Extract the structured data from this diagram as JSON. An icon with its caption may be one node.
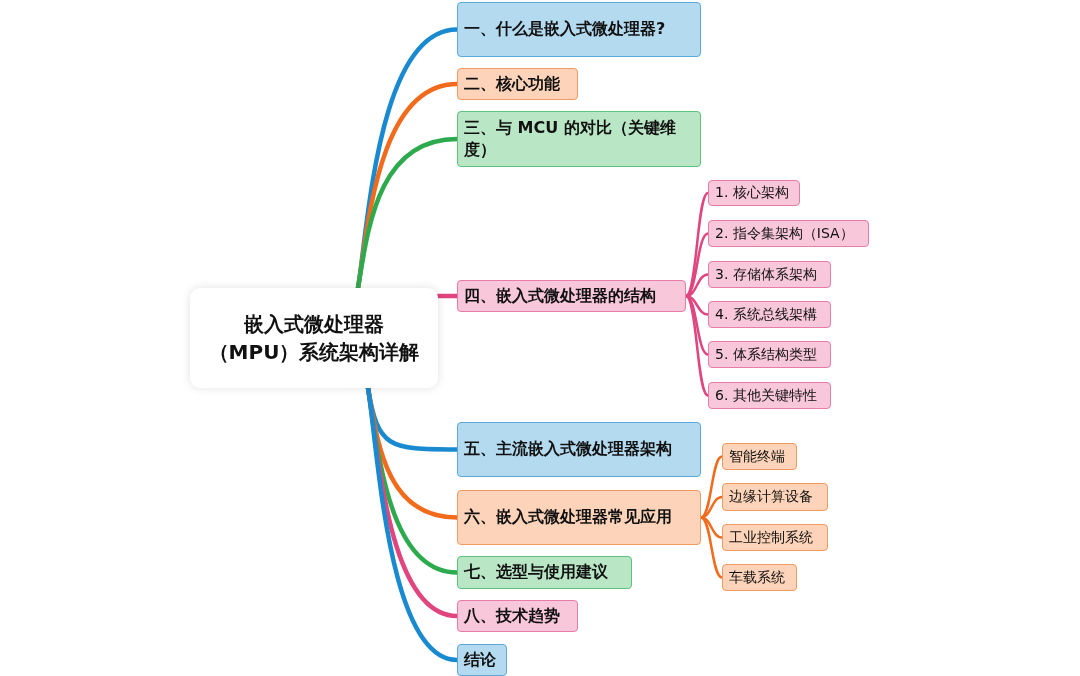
{
  "diagram": {
    "nodes": [
      {
        "text": [
          "嵌入式微处理器（MPU）系统架构详解"
        ]
      },
      {
        "text": [
          "一、什么是嵌入式微处理器?"
        ]
      },
      {
        "text": [
          "二、核心功能"
        ]
      },
      {
        "text": [
          "三、与 MCU 的对比（关键维度）"
        ]
      },
      {
        "text": [
          "四、嵌入式微处理器的结构"
        ]
      },
      {
        "text": [
          "1. 核心架构"
        ]
      },
      {
        "text": [
          "2. 指令集架构（ISA）"
        ]
      },
      {
        "text": [
          "3. 存储体系架构"
        ]
      },
      {
        "text": [
          "4. 系统总线架構"
        ]
      },
      {
        "text": [
          "5. 体系结构类型"
        ]
      },
      {
        "text": [
          "6. 其他关键特性"
        ]
      },
      {
        "text": [
          "五、主流嵌入式微处理器架构"
        ]
      },
      {
        "text": [
          "六、嵌入式微处理器常见应用"
        ]
      },
      {
        "text": [
          "智能终端"
        ]
      },
      {
        "text": [
          "边缘计算设备"
        ]
      },
      {
        "text": [
          "工业控制系统"
        ]
      },
      {
        "text": [
          "车载系统"
        ]
      },
      {
        "text": [
          "七、选型与使用建议"
        ]
      },
      {
        "text": [
          "八、技术趋势"
        ]
      },
      {
        "text": [
          "结论"
        ]
      }
    ],
    "edges": [
      {
        "from": 0,
        "to": 1,
        "arrow": "none",
        "style": "thick",
        "color": "#1a8ad0"
      },
      {
        "from": 0,
        "to": 2,
        "arrow": "none",
        "style": "thick",
        "color": "#f26b1d"
      },
      {
        "from": 0,
        "to": 3,
        "arrow": "none",
        "style": "thick",
        "color": "#2eaa4e"
      },
      {
        "from": 0,
        "to": 4,
        "arrow": "none",
        "style": "thick",
        "color": "#e0457f"
      },
      {
        "from": 4,
        "to": 5,
        "arrow": "none",
        "color": "#e0457f"
      },
      {
        "from": 4,
        "to": 6,
        "arrow": "none",
        "color": "#e0457f"
      },
      {
        "from": 4,
        "to": 7,
        "arrow": "none",
        "color": "#e0457f"
      },
      {
        "from": 4,
        "to": 8,
        "arrow": "none",
        "color": "#e0457f"
      },
      {
        "from": 4,
        "to": 9,
        "arrow": "none",
        "color": "#e0457f"
      },
      {
        "from": 4,
        "to": 10,
        "arrow": "none",
        "color": "#e0457f"
      },
      {
        "from": 0,
        "to": 11,
        "arrow": "none",
        "style": "thick",
        "color": "#1a8ad0"
      },
      {
        "from": 0,
        "to": 12,
        "arrow": "none",
        "style": "thick",
        "color": "#f26b1d"
      },
      {
        "from": 12,
        "to": 13,
        "arrow": "none",
        "color": "#f26b1d"
      },
      {
        "from": 12,
        "to": 14,
        "arrow": "none",
        "color": "#f26b1d"
      },
      {
        "from": 12,
        "to": 15,
        "arrow": "none",
        "color": "#f26b1d"
      },
      {
        "from": 12,
        "to": 16,
        "arrow": "none",
        "color": "#f26b1d"
      },
      {
        "from": 0,
        "to": 17,
        "arrow": "none",
        "style": "thick",
        "color": "#2eaa4e"
      },
      {
        "from": 0,
        "to": 18,
        "arrow": "none",
        "style": "thick",
        "color": "#e0457f"
      },
      {
        "from": 0,
        "to": 19,
        "arrow": "none",
        "style": "thick",
        "color": "#1a8ad0"
      }
    ]
  }
}
